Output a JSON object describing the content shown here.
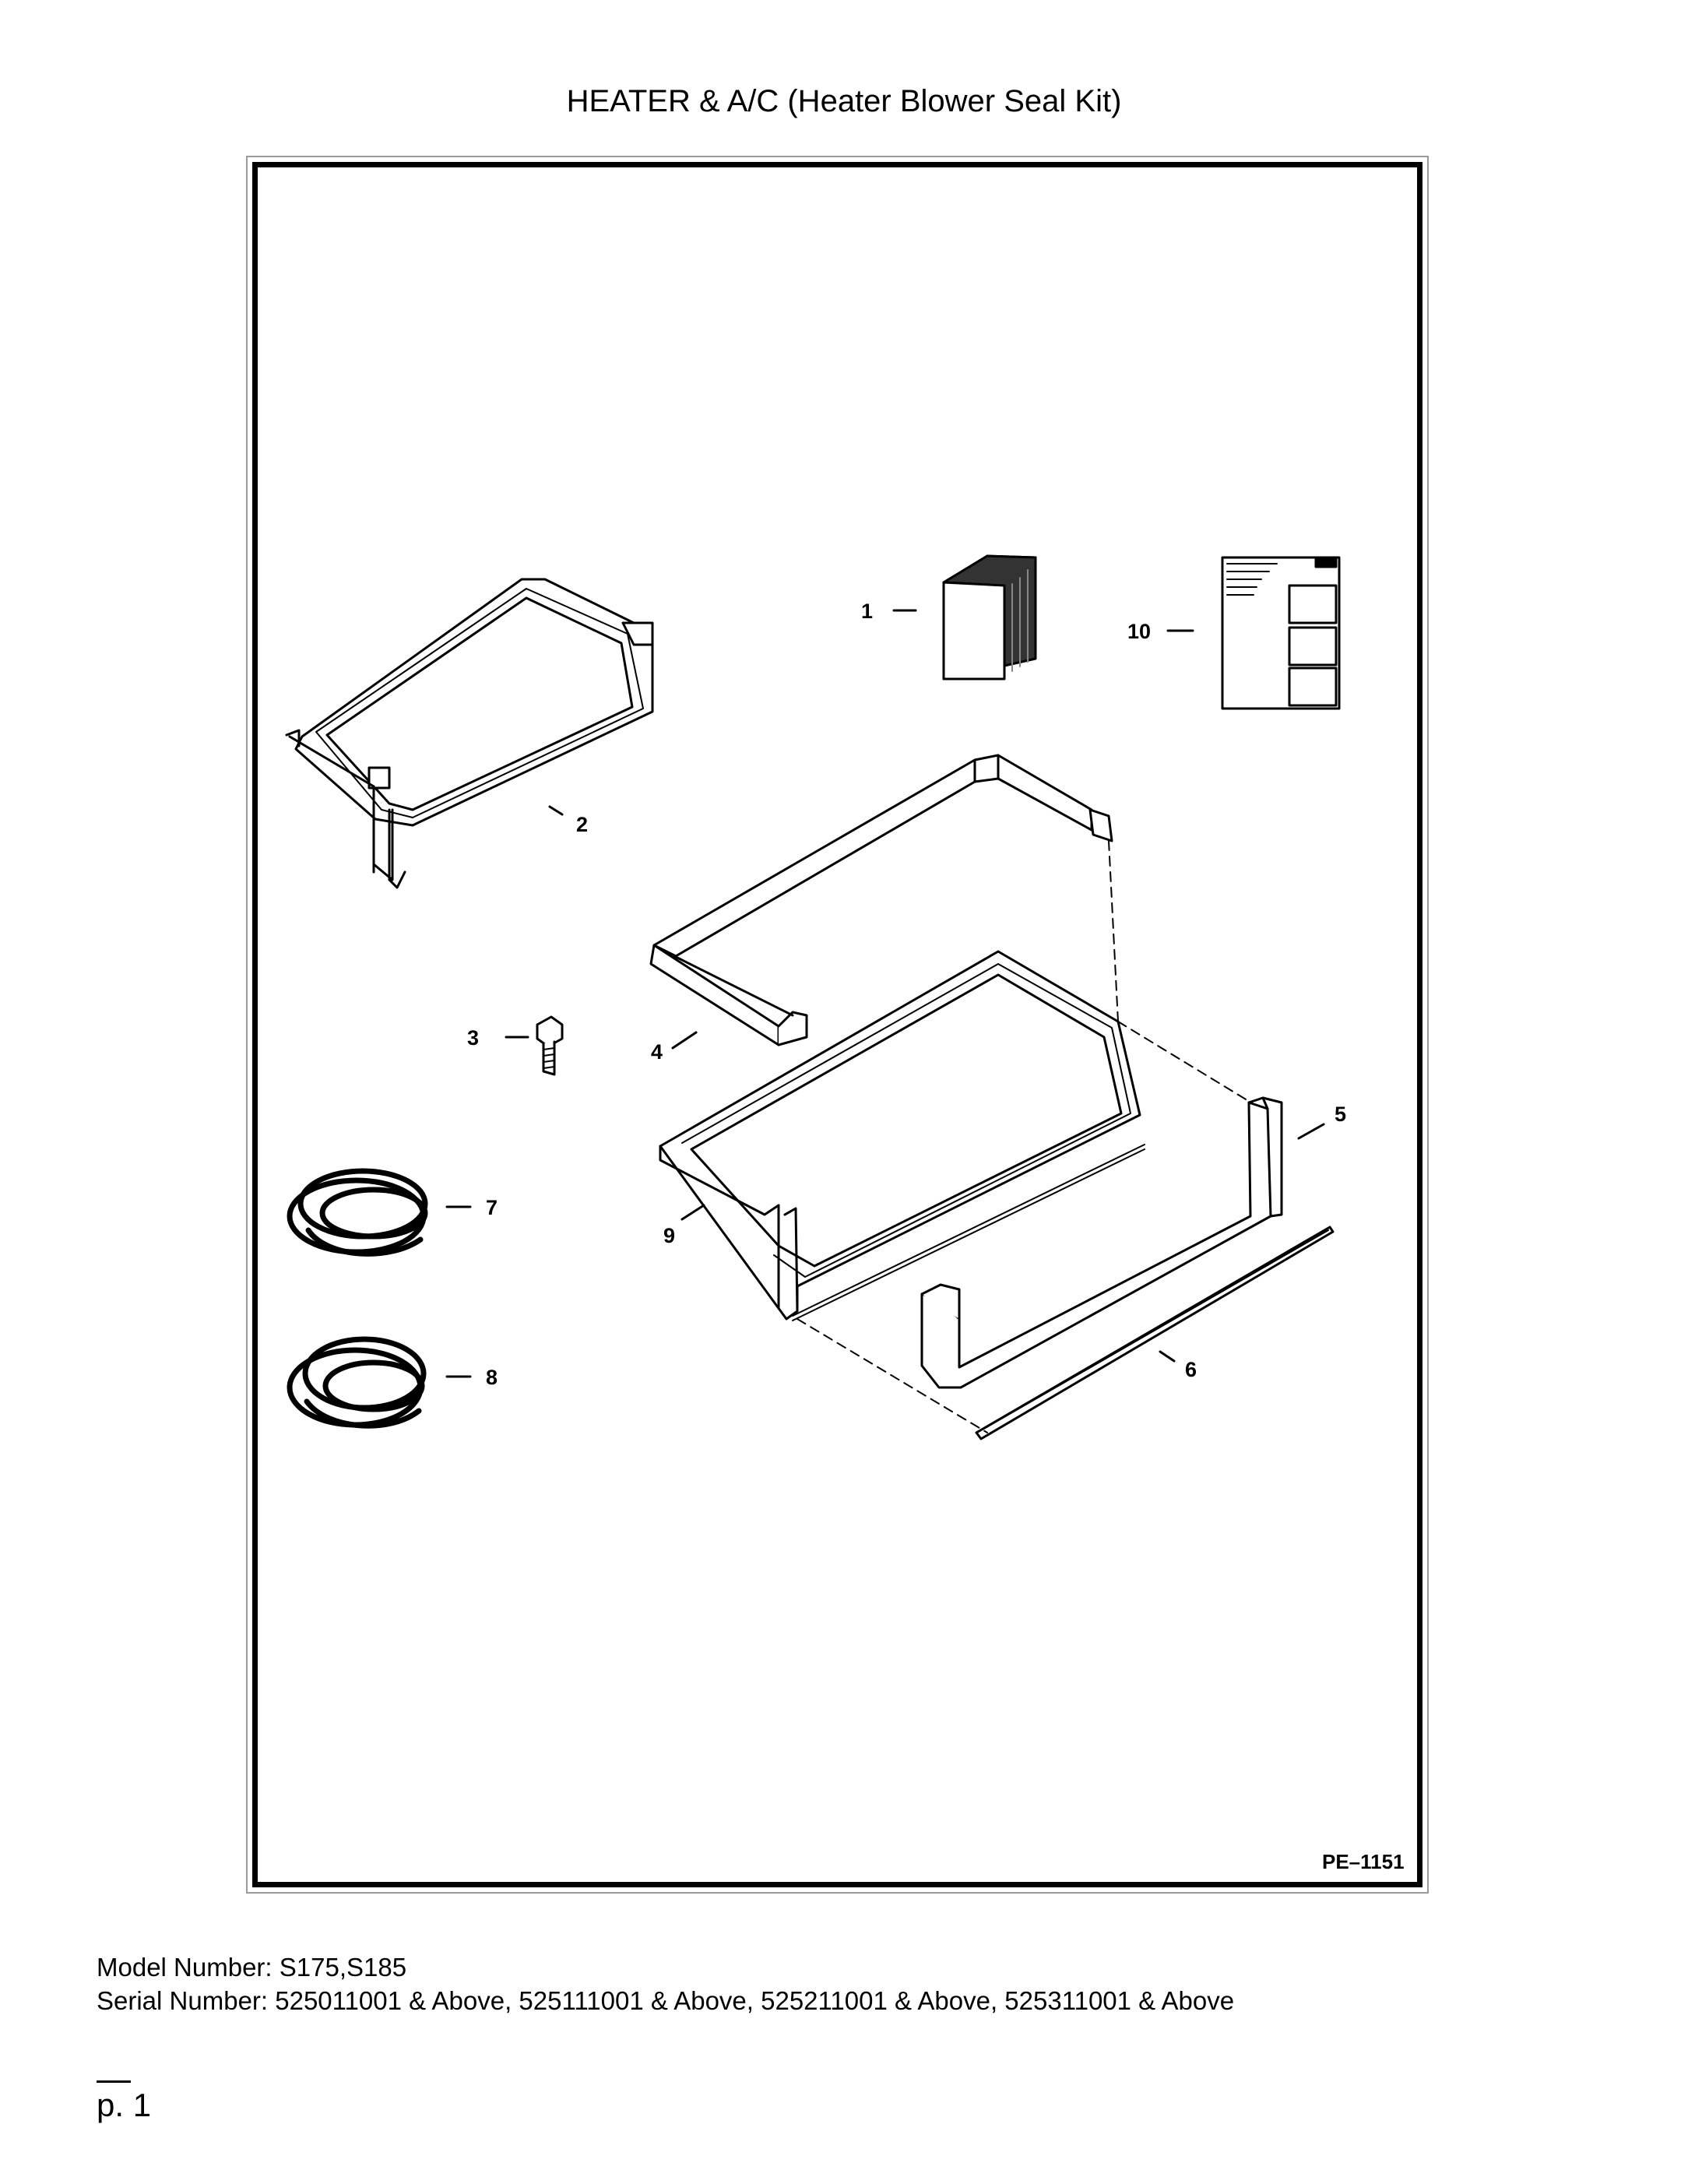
{
  "page": {
    "title": "HEATER & A/C (Heater Blower Seal Kit)",
    "diagram_id": "PE–1151",
    "model_line": "Model Number: S175,S185",
    "serial_line": "Serial Number: 525011001 & Above, 525111001 & Above, 525211001 & Above, 525311001 & Above",
    "page_number": "p. 1"
  },
  "callouts": [
    "1",
    "2",
    "3",
    "4",
    "5",
    "6",
    "7",
    "8",
    "9",
    "10"
  ]
}
